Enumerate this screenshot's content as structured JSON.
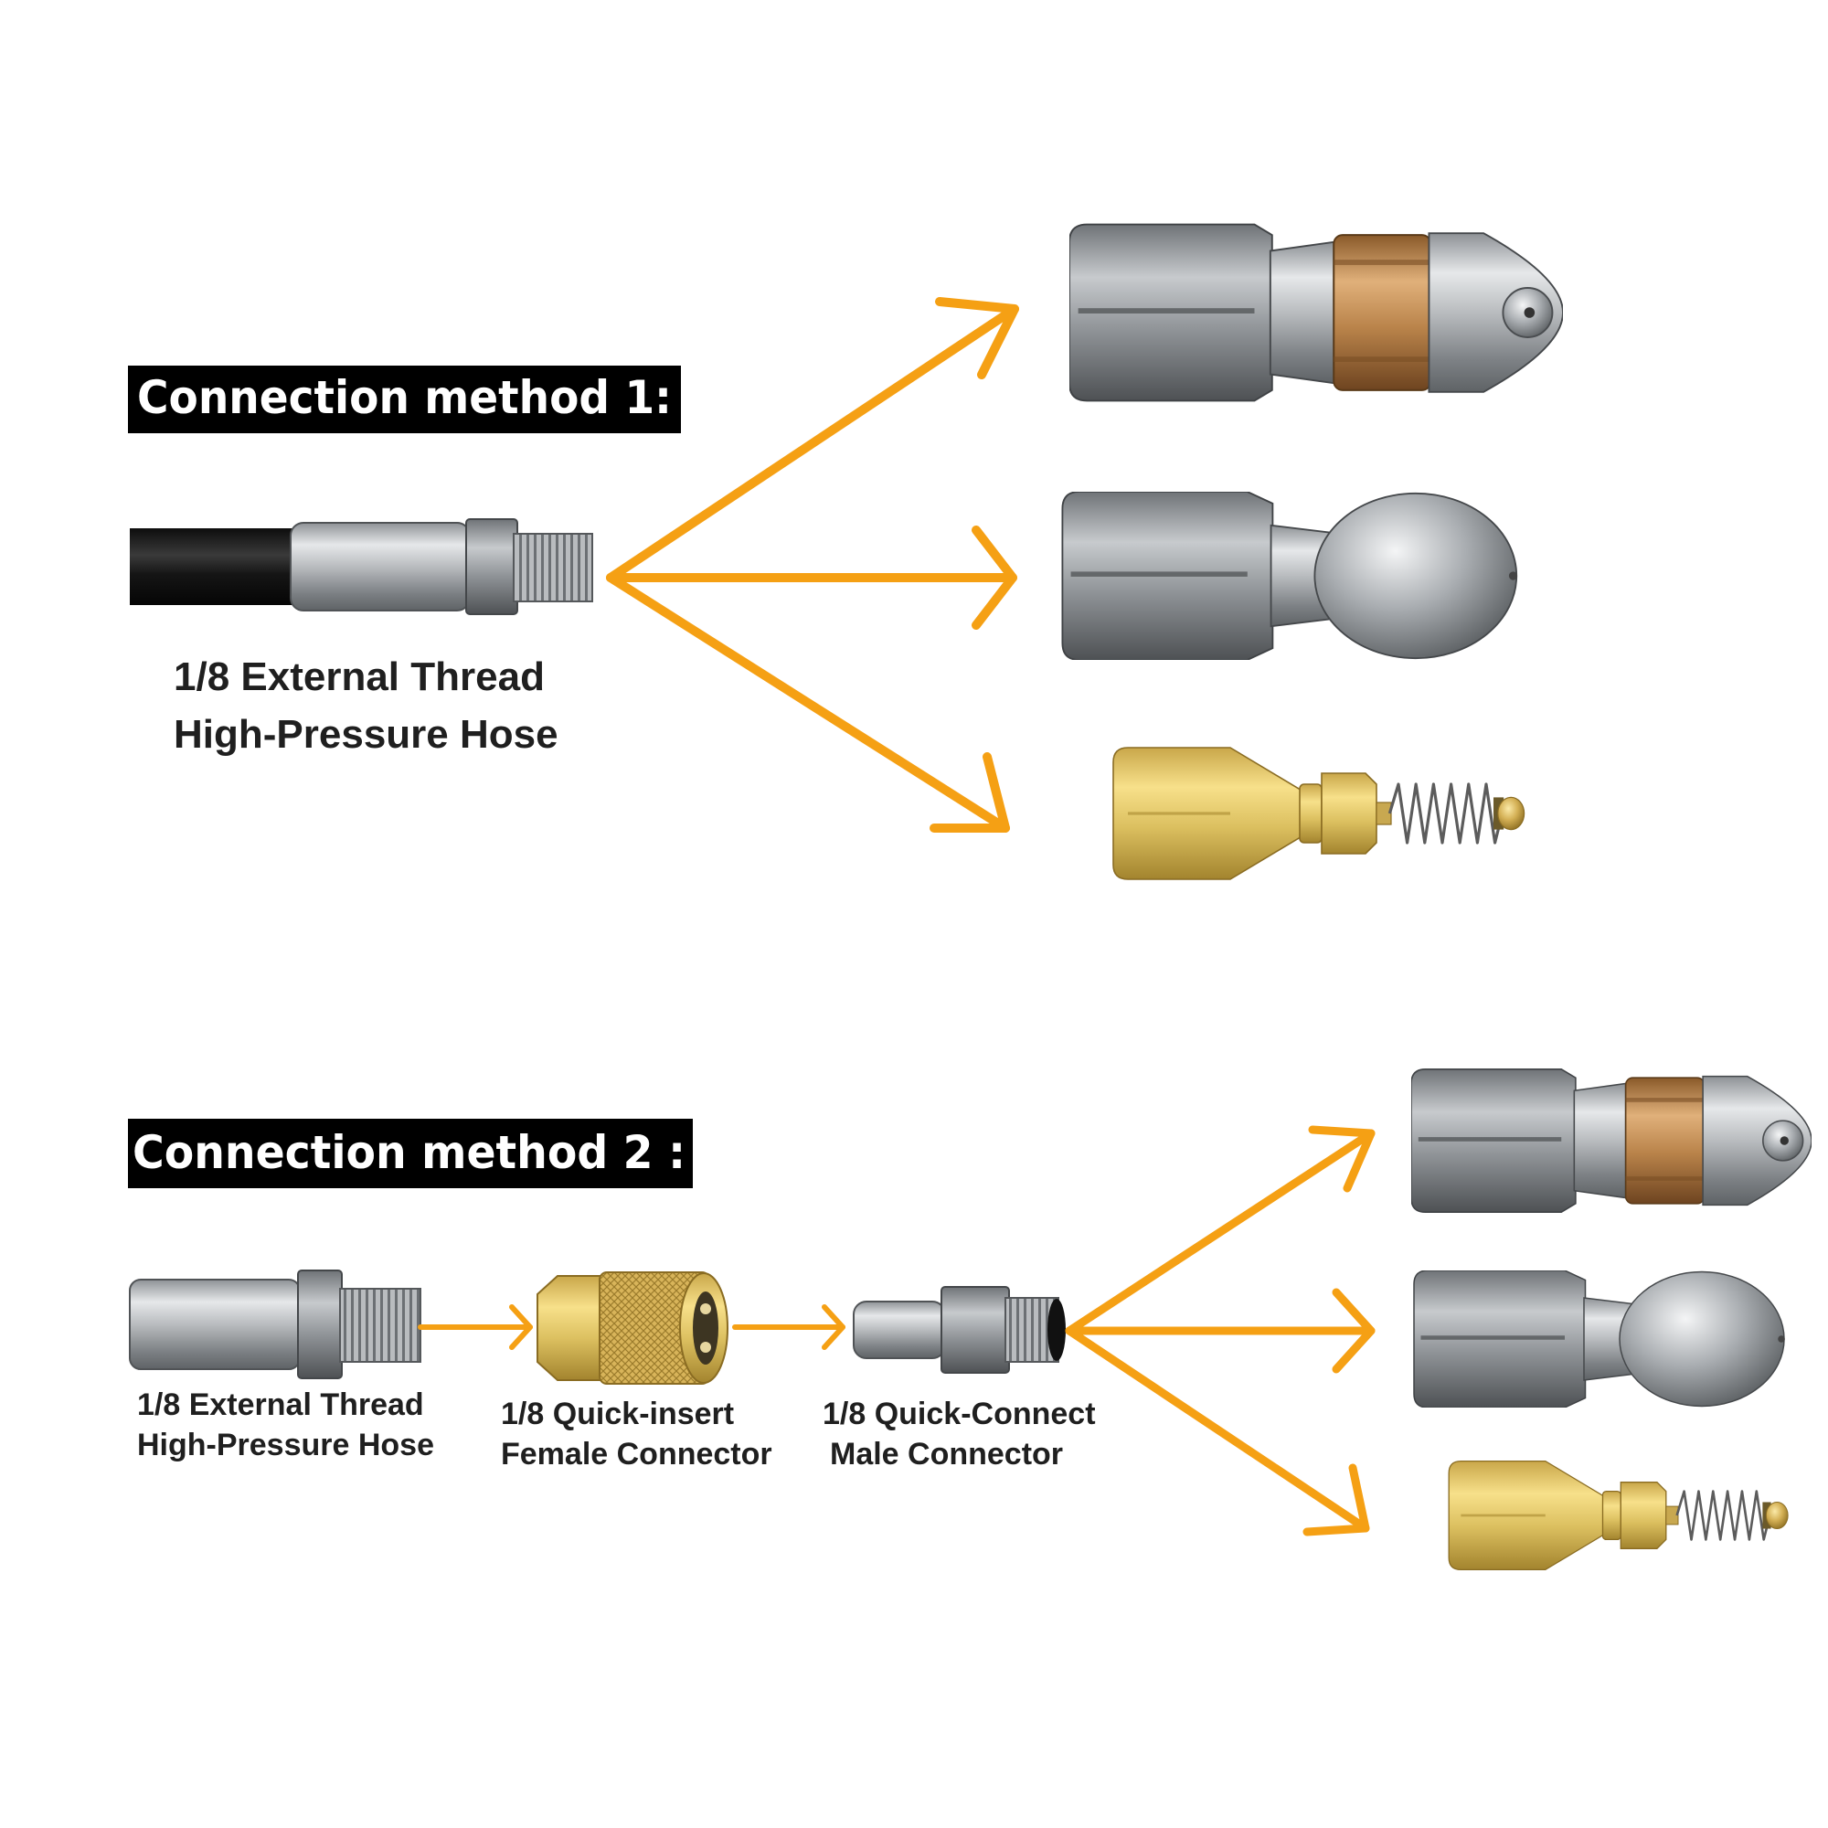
{
  "method1": {
    "heading": "Connection method 1:",
    "hose_caption": [
      "1/8 External Thread",
      "High-Pressure Hose"
    ]
  },
  "method2": {
    "heading": "Connection method 2 :",
    "hose_caption": [
      "1/8 External Thread",
      "High-Pressure Hose"
    ],
    "female_caption": [
      "1/8 Quick-insert",
      "Female Connector"
    ],
    "male_caption": [
      "1/8 Quick-Connect",
      "Male Connector"
    ]
  },
  "colors": {
    "arrow": "#f5a014",
    "heading_bg": "#000000",
    "steel": "#b4b7ba",
    "brass": "#d8b45a",
    "copper_band": "#c08a4a",
    "hose": "#1b1b1b"
  },
  "icons": [
    "rotating-nozzle-icon",
    "button-nozzle-icon",
    "spring-nozzle-icon",
    "hose-fitting-icon",
    "female-quick-connector-icon",
    "male-quick-connector-icon"
  ]
}
